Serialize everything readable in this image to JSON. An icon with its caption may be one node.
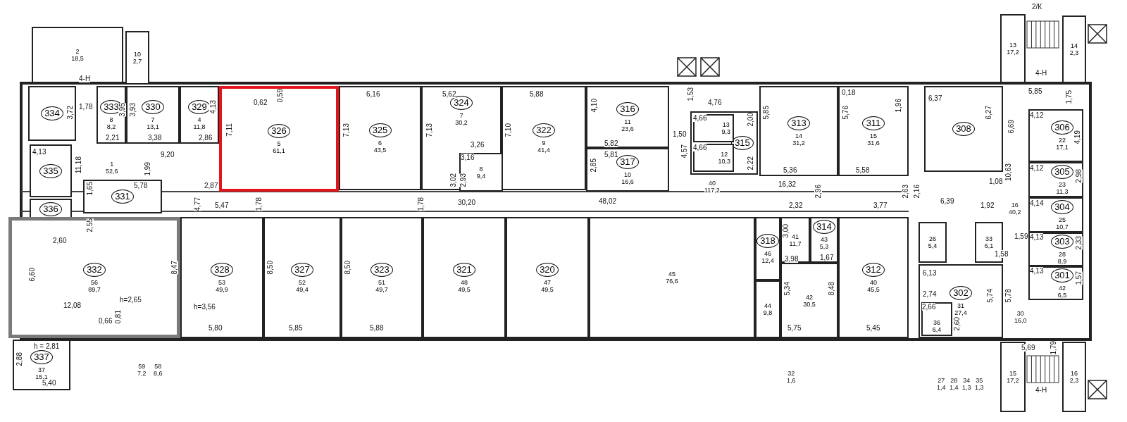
{
  "diagram": {
    "nodes": [
      {
        "text": [
          "2 18,5"
        ]
      },
      {
        "text": [
          "10 2,7"
        ]
      },
      {
        "text": [
          "334"
        ]
      },
      {
        "text": [
          "333",
          "8 8,2"
        ]
      },
      {
        "text": [
          "330",
          "7 13,1"
        ]
      },
      {
        "text": [
          "329",
          "4 11,8"
        ]
      },
      {
        "text": [
          "326",
          "5 61,1"
        ]
      },
      {
        "text": [
          "325",
          "6 43,5"
        ]
      },
      {
        "text": [
          "324",
          "7 30,2"
        ]
      },
      {
        "text": [
          "8 9,4"
        ],
        "in": 8
      },
      {
        "text": [
          "322",
          "9 41,4"
        ]
      },
      {
        "text": [
          "316",
          "11 23,6"
        ]
      },
      {
        "text": [
          "317",
          "10 16,6"
        ]
      },
      {
        "text": [
          "315"
        ]
      },
      {
        "text": [
          "13 9,3"
        ],
        "in": 13
      },
      {
        "text": [
          "12 10,3"
        ],
        "in": 13
      },
      {
        "text": [
          "313",
          "14 31,2"
        ]
      },
      {
        "text": [
          "311",
          "15 31,6"
        ]
      },
      {
        "text": [
          "308"
        ]
      },
      {
        "text": [
          "306",
          "22 17,1"
        ]
      },
      {
        "text": [
          "305",
          "23 11,3"
        ]
      },
      {
        "text": [
          "304",
          "25 10,7"
        ]
      },
      {
        "text": [
          "303",
          "28 8,9"
        ]
      },
      {
        "text": [
          "301",
          "42 6,5"
        ]
      },
      {
        "text": [
          "331"
        ]
      },
      {
        "text": [
          "335"
        ]
      },
      {
        "text": [
          "336"
        ]
      },
      {
        "text": [
          "332",
          "56 89,7"
        ]
      },
      {
        "text": [
          "328",
          "53 49,9"
        ]
      },
      {
        "text": [
          "327",
          "52 49,4"
        ]
      },
      {
        "text": [
          "323",
          "51 49,7"
        ]
      },
      {
        "text": [
          "321",
          "48 49,5"
        ]
      },
      {
        "text": [
          "320",
          "47 49,5"
        ]
      },
      {
        "text": [
          "45 76,6"
        ]
      },
      {
        "text": [
          "318",
          "46 12,4"
        ]
      },
      {
        "text": [
          "44 9,8"
        ]
      },
      {
        "text": [
          "41 11,7"
        ]
      },
      {
        "text": [
          "314",
          "43 5,3"
        ]
      },
      {
        "text": [
          "42 30,5"
        ]
      },
      {
        "text": [
          "312",
          "40 45,5"
        ]
      },
      {
        "text": [
          "302",
          "31 27,4"
        ]
      },
      {
        "text": [
          "36 6,4"
        ],
        "in": 40
      },
      {
        "text": [
          "26 5,4"
        ]
      },
      {
        "text": [
          "33 6,1"
        ]
      },
      {
        "text": [
          "337",
          "37 15,1"
        ]
      },
      {
        "text": [
          "13 17,2"
        ]
      },
      {
        "text": [
          "14 2,3"
        ]
      },
      {
        "text": [
          "15 17,2"
        ]
      },
      {
        "text": [
          "16 2,3"
        ]
      }
    ],
    "labels": [
      "2/К",
      "4-Н",
      "4-Н",
      "1,78",
      "3,72",
      "3,95",
      "3,93",
      "4,13",
      "0,62",
      "0,59",
      "7,11",
      "7,13",
      "6,16",
      "5,62",
      "5,88",
      "4,10",
      "1,53",
      "4,76",
      "4,66",
      "2,00",
      "5,85",
      "0,18",
      "5,76",
      "1,96",
      "6,37",
      "6,27",
      "6,69",
      "5,85",
      "1,75",
      "4,12",
      "4,19",
      "4,13",
      "2,21",
      "3,38",
      "2,86",
      "9,20",
      "3,26",
      "3,16",
      "7,13",
      "7,10",
      "5,82",
      "5,81",
      "1,50",
      "4,57",
      "4,66",
      "2,22",
      "5,36",
      "5,58",
      "11,18",
      "1,99",
      "3,02",
      "2,93",
      "2,85",
      "10,63",
      "4,12",
      "2,98",
      "1 52,6",
      "40 117,2",
      "16,32",
      "1,08",
      "2,87",
      "2,16",
      "5,78",
      "1,65",
      "2,96",
      "2,63",
      "30,20",
      "48,02",
      "2,32",
      "6,39",
      "1,92",
      "4,14",
      "4,77",
      "5,47",
      "1,78",
      "1,78",
      "3,77",
      "16 40,2",
      "2,55",
      "2,60",
      "1,59",
      "1,58",
      "6,13",
      "3,00",
      "3,98",
      "1,67",
      "2,33",
      "4,13",
      "1,57",
      "4,13",
      "6,60",
      "8,47",
      "8,50",
      "8,50",
      "5,34",
      "8,48",
      "5,74",
      "5,78",
      "12,08",
      "h=2,65",
      "h=3,56",
      "0,66",
      "0,81",
      "2,74",
      "2,66",
      "2,60",
      "30 16,0",
      "5,80",
      "5,85",
      "5,88",
      "5,75",
      "5,45",
      "5,69",
      "1,79",
      "4-Н",
      "h = 2,81",
      "2,88",
      "5,40",
      "59 7,2",
      "58 8,6",
      "32 1,6",
      "27 1,4",
      "28 1,4",
      "34 1,3",
      "35 1,3"
    ]
  }
}
